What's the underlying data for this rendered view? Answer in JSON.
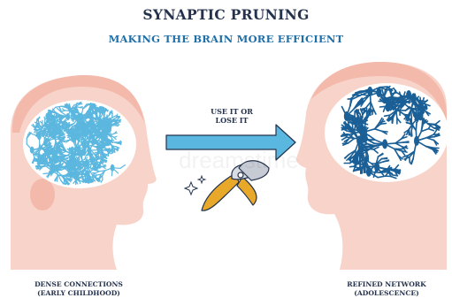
{
  "title": "SYNAPTIC PRUNING",
  "subtitle": "MAKING THE BRAIN MORE EFFICIENT",
  "arrow_label": "USE IT OR\nLOSE IT",
  "left_caption": "DENSE CONNECTIONS\n(EARLY CHILDHOOD)",
  "right_caption": "REFINED NETWORK\n(ADOLESCENCE)",
  "watermark": "dreamstime",
  "colors": {
    "skin": "#f8d3c9",
    "hair": "#f3b9aa",
    "brain": "#ffffff",
    "neuron_light": "#5cb7df",
    "neuron_dark": "#1a5f96",
    "arrow": "#5ab7e0",
    "handle": "#e8a92b",
    "navy": "#24324d"
  }
}
